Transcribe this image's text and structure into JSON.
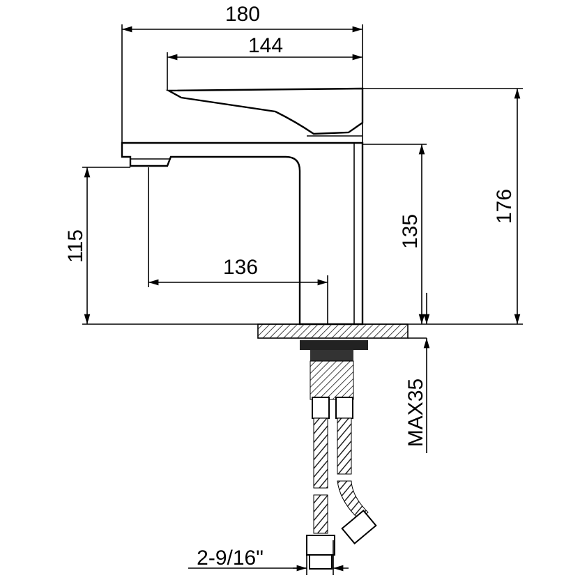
{
  "drawing": {
    "dimensions": {
      "overall_length": "180",
      "handle_length": "144",
      "overall_height": "176",
      "body_height": "135",
      "spout_clearance": "115",
      "spout_reach": "136",
      "max_counter_thickness": "MAX35",
      "connection_spacing": "2-9/16\""
    },
    "colors": {
      "line": "#000000",
      "hatch": "#555555"
    }
  }
}
